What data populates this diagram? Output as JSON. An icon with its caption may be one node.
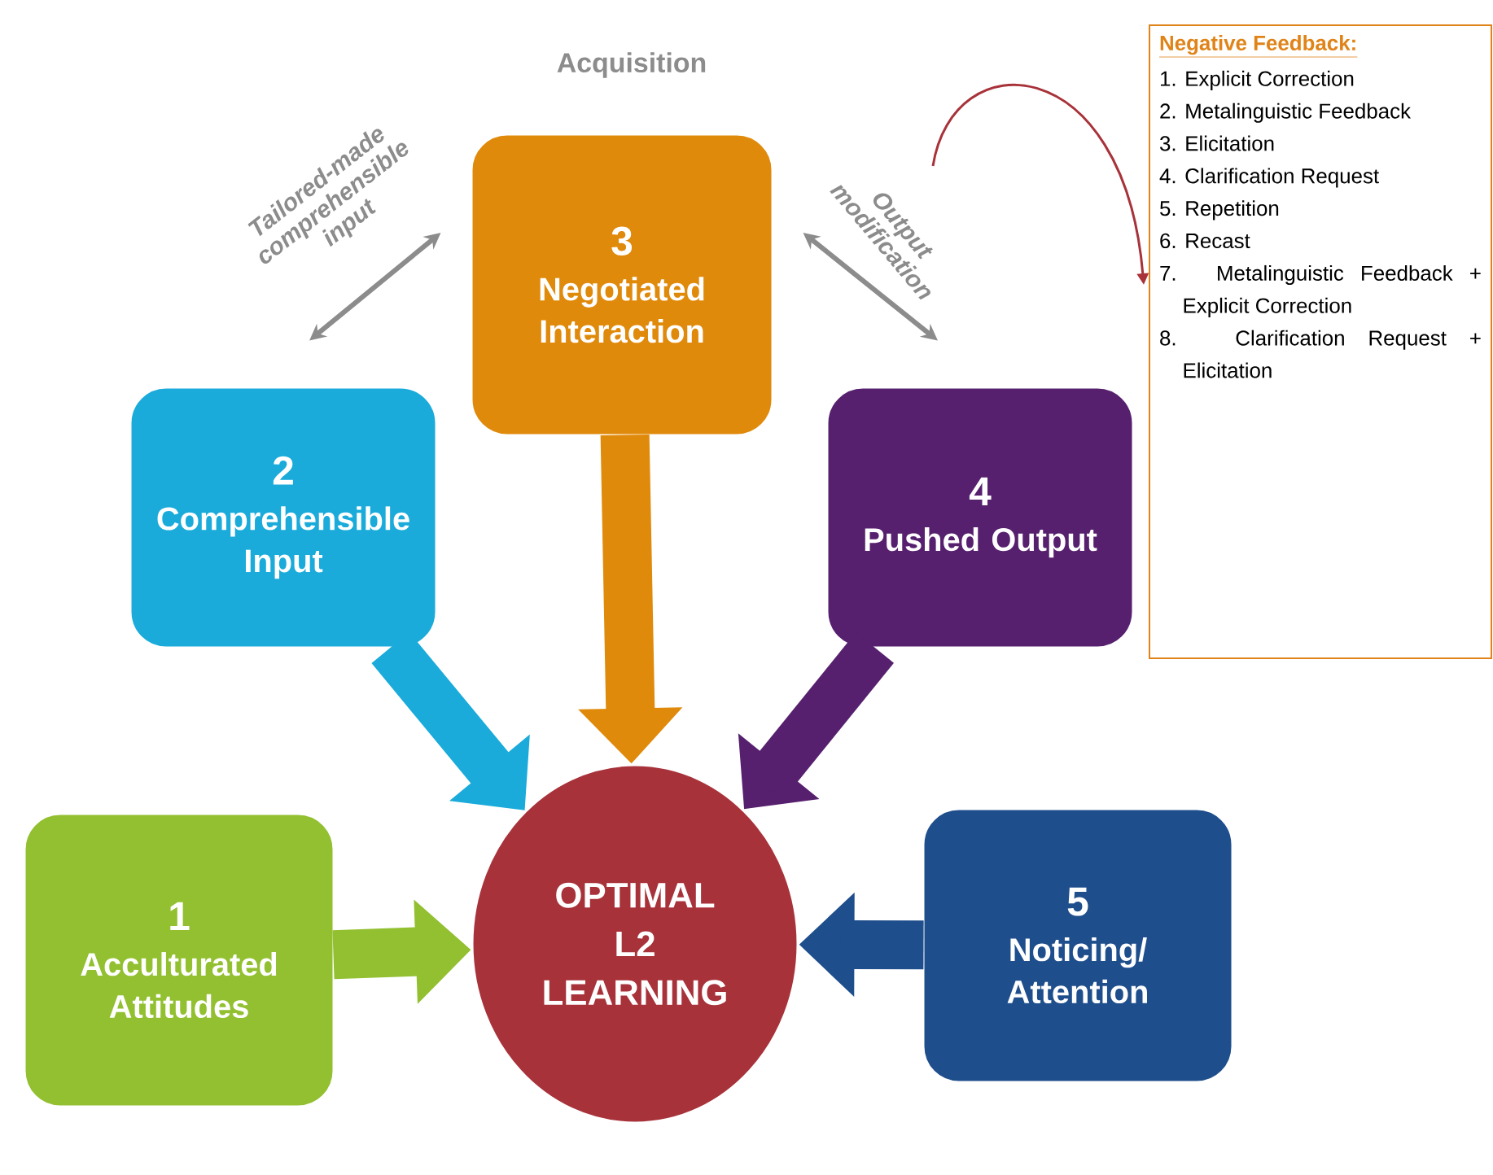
{
  "diagram": {
    "nodes": [
      {
        "text": [
          "3",
          "Negotiated Interaction"
        ]
      },
      {
        "text": [
          "Negative Feedback:",
          "1. Explicit Correction",
          "2. Metalinguistic Feedback",
          "3. Elicitation",
          "4. Clarification Request",
          "5. Repetition",
          "6. Recast",
          "7. Metalinguistic Feedback + Explicit Correction",
          "8. Clarification Request + Elicitation"
        ]
      },
      {
        "text": [
          "2",
          "Comprehensible Input"
        ]
      },
      {
        "text": [
          "4",
          "Pushed Output"
        ]
      },
      {
        "text": [
          "OPTIMAL L2 LEARNING"
        ]
      },
      {
        "text": [
          "1",
          "Acculturated Attitudes"
        ]
      },
      {
        "text": [
          "5",
          "Noticing/ Attention"
        ]
      }
    ],
    "edges": [
      {
        "from": 0,
        "to": 4,
        "arrow": "to",
        "color": "#e08a0b"
      },
      {
        "from": 2,
        "to": 4,
        "arrow": "to",
        "color": "#1aabdb"
      },
      {
        "from": 3,
        "to": 4,
        "arrow": "to",
        "color": "#56206e"
      },
      {
        "from": 5,
        "to": 4,
        "arrow": "to",
        "color": "#92c030"
      },
      {
        "from": 6,
        "to": 4,
        "arrow": "to",
        "color": "#1f4e8c"
      },
      {
        "from": 0,
        "to": 2,
        "arrow": "both",
        "label": "Tailored-made comprehensible input",
        "color": "#8c8c8c"
      },
      {
        "from": 0,
        "to": 3,
        "arrow": "both",
        "label": "Output modification",
        "color": "#8c8c8c"
      },
      {
        "from": null,
        "to": 1,
        "arrow": "to",
        "color": "#a8323a"
      }
    ],
    "labels": [
      "Acquisition"
    ]
  }
}
